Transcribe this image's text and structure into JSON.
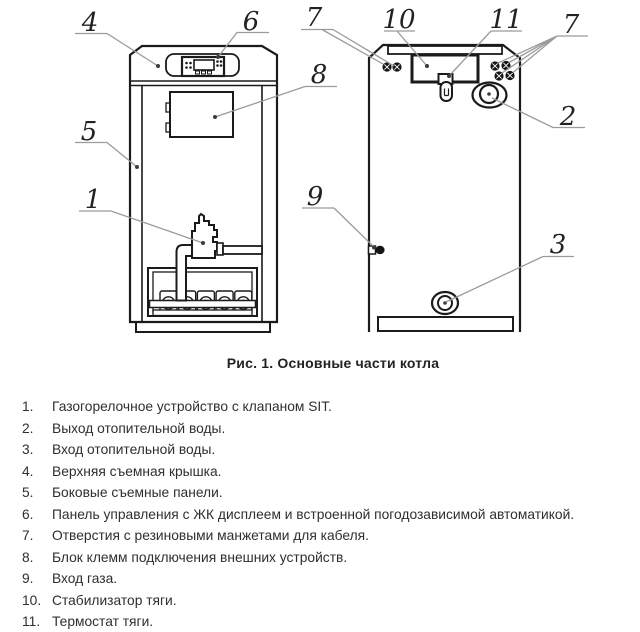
{
  "figure": {
    "caption": "Рис. 1. Основные части котла",
    "callouts": [
      {
        "label": "4"
      },
      {
        "label": "6"
      },
      {
        "label": "5"
      },
      {
        "label": "1"
      },
      {
        "label": "8"
      },
      {
        "label": "7"
      },
      {
        "label": "10"
      },
      {
        "label": "11"
      },
      {
        "label": "7"
      },
      {
        "label": "2"
      },
      {
        "label": "9"
      },
      {
        "label": "3"
      }
    ]
  },
  "parts": [
    {
      "num": "1.",
      "text": "Газогорелочное устройство с клапаном SIT."
    },
    {
      "num": "2.",
      "text": "Выход отопительной воды."
    },
    {
      "num": "3.",
      "text": "Вход отопительной воды."
    },
    {
      "num": "4.",
      "text": "Верхняя съемная крышка."
    },
    {
      "num": "5.",
      "text": "Боковые съемные панели."
    },
    {
      "num": "6.",
      "text": "Панель управления с ЖК дисплеем и встроенной погодозависимой автоматикой."
    },
    {
      "num": "7.",
      "text": "Отверстия с резиновыми манжетами для кабеля."
    },
    {
      "num": "8.",
      "text": "Блок клемм подключения внешних устройств."
    },
    {
      "num": "9.",
      "text": "Вход газа."
    },
    {
      "num": "10.",
      "text": "Стабилизатор тяги."
    },
    {
      "num": "11.",
      "text": "Термостат тяги."
    }
  ],
  "colors": {
    "drawing_line": "#1b1b1b",
    "leader_line": "#9b9b9b",
    "text": "#2c2c2c"
  }
}
